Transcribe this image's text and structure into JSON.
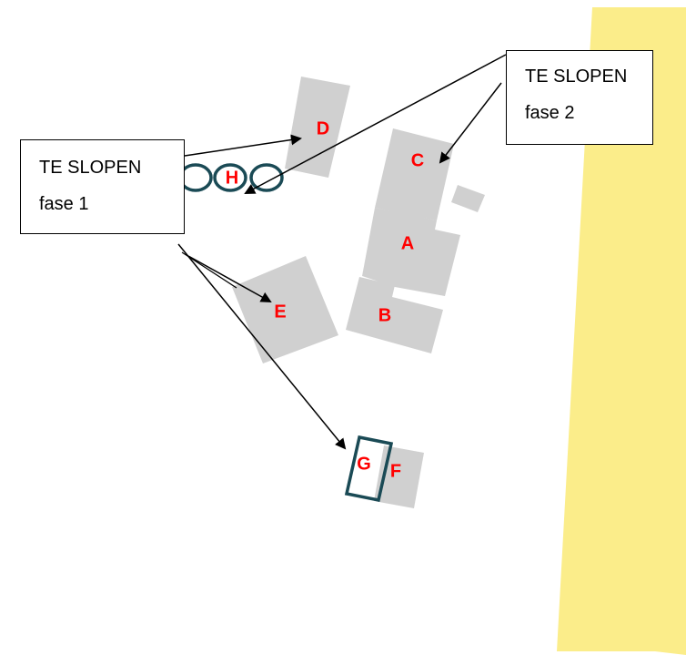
{
  "colors": {
    "road": "#fbed8a",
    "building": "#d0d0d0",
    "building_stroke": "#bdbdbd",
    "label": "#ff0000",
    "highlight": "#1a4a55",
    "arrow": "#000000"
  },
  "callouts": [
    {
      "line1": "TE SLOPEN",
      "line2": "fase 1"
    },
    {
      "line1": "TE SLOPEN",
      "line2": "fase 2"
    }
  ],
  "buildings": {
    "A": "A",
    "B": "B",
    "C": "C",
    "D": "D",
    "E": "E",
    "F": "F",
    "G": "G",
    "H": "H"
  }
}
